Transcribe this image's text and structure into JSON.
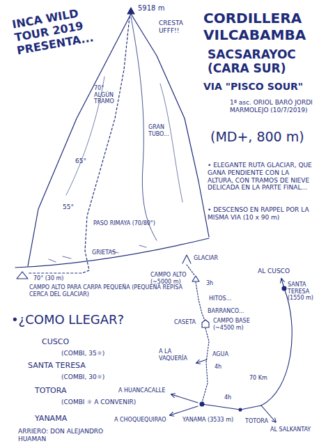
{
  "diagram": {
    "title": "CORDILLERA VILCABAMBA",
    "labels": [
      "INCA WILD TOUR 2019 PRESENTA...",
      "5918 m",
      "CRESTA UFFF!!",
      "SACSARAYOC (CARA SUR)",
      "VIA \"PISCO SOUR\"",
      "1ª asc. ORIOL BARÓ JORDI MARMOLEJO (10/7/2019)",
      "(MD+, 800 m)",
      "• ELEGANTE RUTA GLACIAR, QUE GANA PENDIENTE CON LA ALTURA, CON TRAMOS DE NIEVE DELICADA EN LA PARTE FINAL...",
      "• DESCENSO EN RAPPEL POR LA MISMA VIA (10 x 90 m)",
      "70° ALGÚN TRAMO",
      "GRAN TUBO...",
      "65°",
      "55°",
      "PASO RIMAYA (70/80°)",
      "GRIETAS",
      "70° (30 m)",
      "CAMPO ALTO PARA CARPA PEQUEÑA (PEQUEÑA REPISA CERCA DEL GLACIAR)",
      "•¿COMO LLEGAR?",
      "CUSCO",
      "(COMBI, 35☼)",
      "SANTA TERESA",
      "(COMBI, 30☼)",
      "TOTORA",
      "(COMBI ☼ A CONVENIR)",
      "YANAMA",
      "ARRIERO: DON ALEJANDRO HUAMAN",
      "GLACIAR",
      "CAMPO ALTO (~5000 m)",
      "3h",
      "HITOS...",
      "BARRANCO...",
      "CASETA",
      "CAMPO BASE (~4500 m)",
      "A LA VAQUERÍA",
      "AGUA",
      "4h",
      "A HUANCACALLE",
      "A CHOQUEQUIRAO",
      "YANAMA (3533 m)",
      "4h",
      "TOTORA",
      "70 Km",
      "AL CUSCO",
      "SANTA TERESA (1550 m)",
      "AL SALKANTAY"
    ]
  }
}
